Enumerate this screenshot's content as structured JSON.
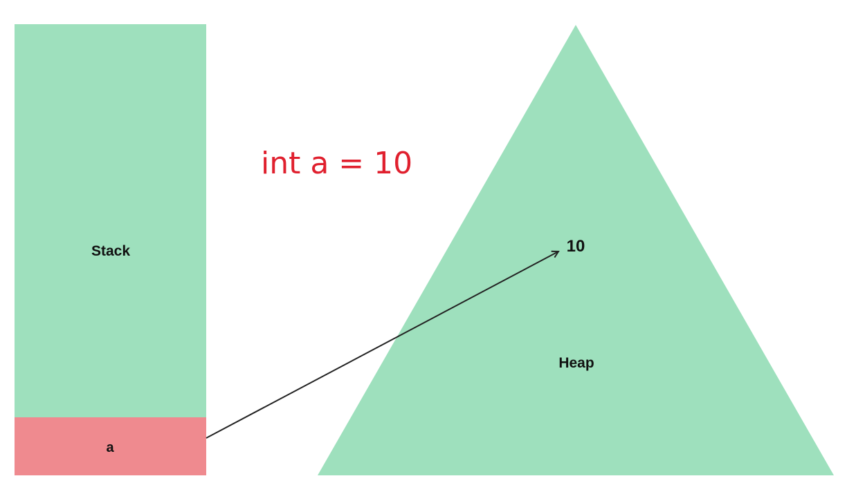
{
  "diagram": {
    "stack_label": "Stack",
    "variable_label": "a",
    "code": "int a = 10",
    "value_label": "10",
    "heap_label": "Heap"
  },
  "colors": {
    "stack_fill": "#9ee0bd",
    "variable_fill": "#ef8a8f",
    "heap_fill": "#9ee0bd",
    "code_text": "#e0202e",
    "arrow": "#222222"
  }
}
